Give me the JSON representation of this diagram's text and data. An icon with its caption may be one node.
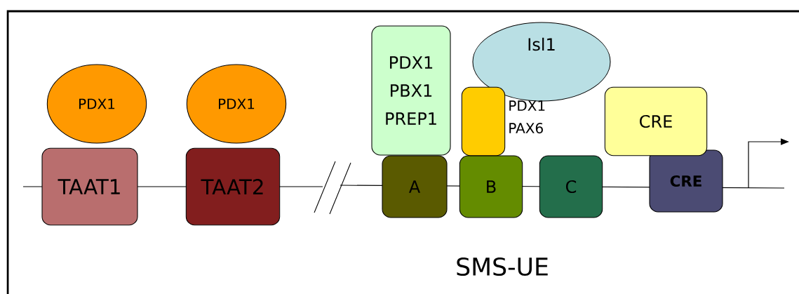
{
  "diagram": {
    "nodes": [
      {
        "text": [
          "PDX1"
        ]
      },
      {
        "text": [
          "TAAT1"
        ]
      },
      {
        "text": [
          "PDX1"
        ]
      },
      {
        "text": [
          "TAAT2"
        ]
      },
      {
        "text": [
          "PDX1 PBX1 PREP1"
        ]
      },
      {
        "text": [
          "A"
        ]
      },
      {
        "text": [
          "Isl1"
        ]
      },
      {
        "text": [],
        "shape": "box",
        "beside": [
          "PDX1 PAX6"
        ]
      },
      {
        "text": [
          "B"
        ]
      },
      {
        "text": [
          "C"
        ]
      },
      {
        "text": [
          "CRE"
        ]
      },
      {
        "text": [
          "CRE"
        ]
      }
    ],
    "labels": [
      "SMS-UE"
    ]
  }
}
